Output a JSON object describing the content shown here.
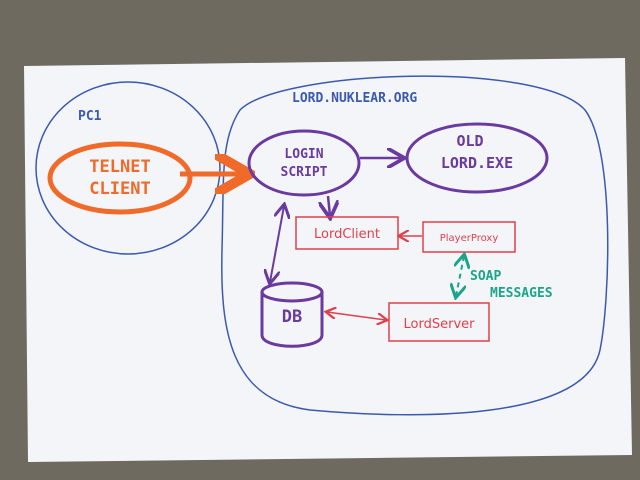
{
  "colors": {
    "carpet": "#6e6a60",
    "paper": "#f4f5f8",
    "blue": "#3a5ab0",
    "orange": "#f06a2a",
    "purple": "#6a3aa0",
    "red": "#e0404a",
    "teal": "#1aa58a"
  },
  "diagram": {
    "pc_label": "PC1",
    "server_label": "LORD.NUKLEAR.ORG",
    "telnet_client": [
      "TELNET",
      "CLIENT"
    ],
    "login_script": [
      "LOGIN",
      "SCRIPT"
    ],
    "old_lord": [
      "OLD",
      "LORD.EXE"
    ],
    "lord_client": "LordClient",
    "player_proxy": "PlayerProxy",
    "db": "DB",
    "lord_server": "LordServer",
    "soap_messages": [
      "SOAP",
      "MESSAGES"
    ]
  }
}
